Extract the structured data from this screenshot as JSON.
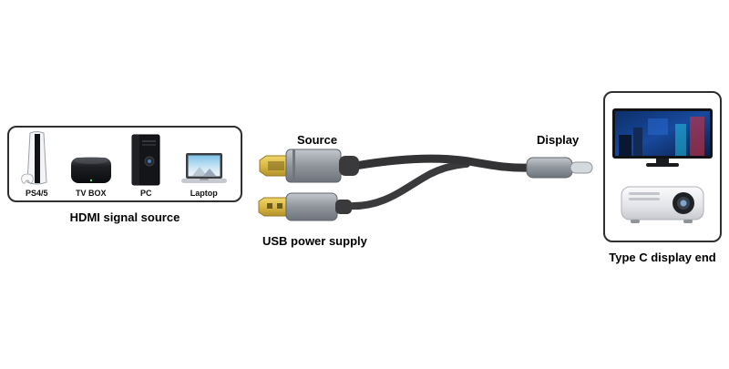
{
  "left_panel": {
    "caption": "HDMI signal source",
    "devices": [
      {
        "label": "PS4/5",
        "icon": "ps5-console-icon"
      },
      {
        "label": "TV BOX",
        "icon": "tv-box-icon"
      },
      {
        "label": "PC",
        "icon": "pc-tower-icon"
      },
      {
        "label": "Laptop",
        "icon": "laptop-icon"
      }
    ]
  },
  "cable": {
    "source_label": "Source",
    "display_label": "Display",
    "usb_label": "USB power supply",
    "connectors": [
      "hdmi-connector",
      "usb-a-connector",
      "usb-c-connector"
    ]
  },
  "right_panel": {
    "caption": "Type C display end",
    "devices": [
      {
        "icon": "monitor-icon"
      },
      {
        "icon": "projector-icon"
      }
    ]
  },
  "colors": {
    "connector_gold": "#d9b941",
    "connector_metal": "#8f959c",
    "cable_black": "#3a3a3c",
    "outline": "#2f2f2f",
    "background": "#ffffff"
  }
}
